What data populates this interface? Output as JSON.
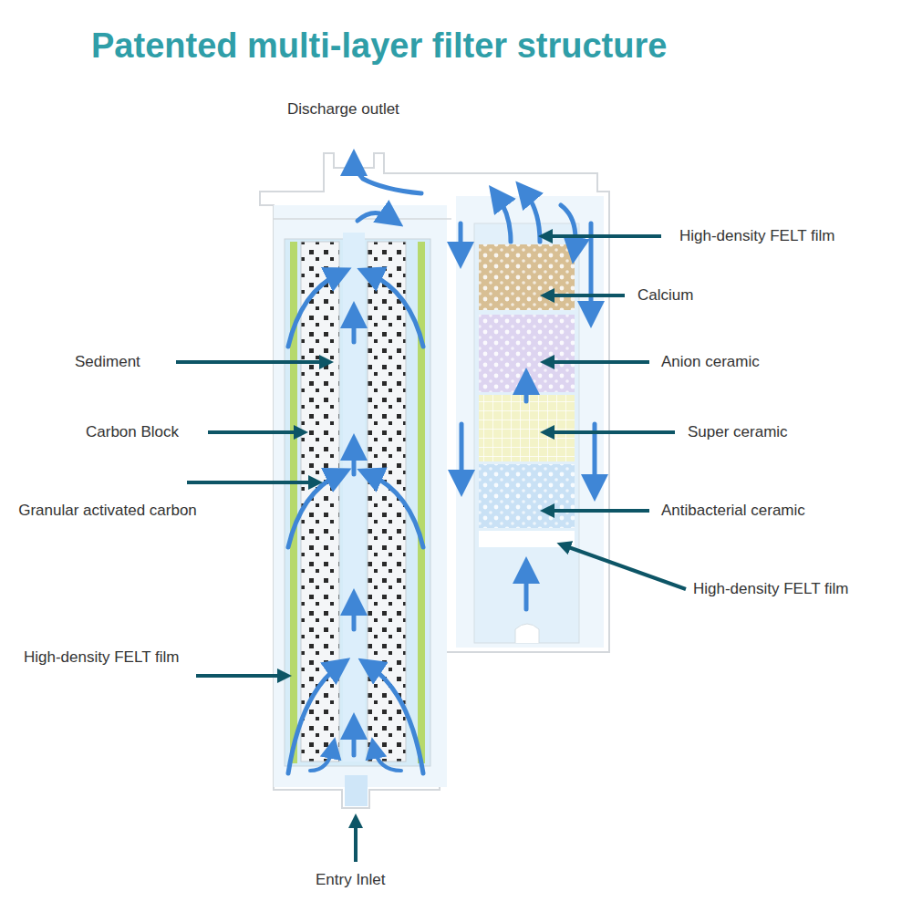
{
  "diagram": {
    "title": "Patented multi-layer filter structure",
    "labels": [
      "Discharge outlet",
      "High-density FELT film",
      "Calcium",
      "Sediment",
      "Anion ceramic",
      "Carbon Block",
      "Super ceramic",
      "Granular activated carbon",
      "Antibacterial ceramic",
      "High-density FELT film",
      "High-density FELT film",
      "Entry Inlet"
    ]
  }
}
